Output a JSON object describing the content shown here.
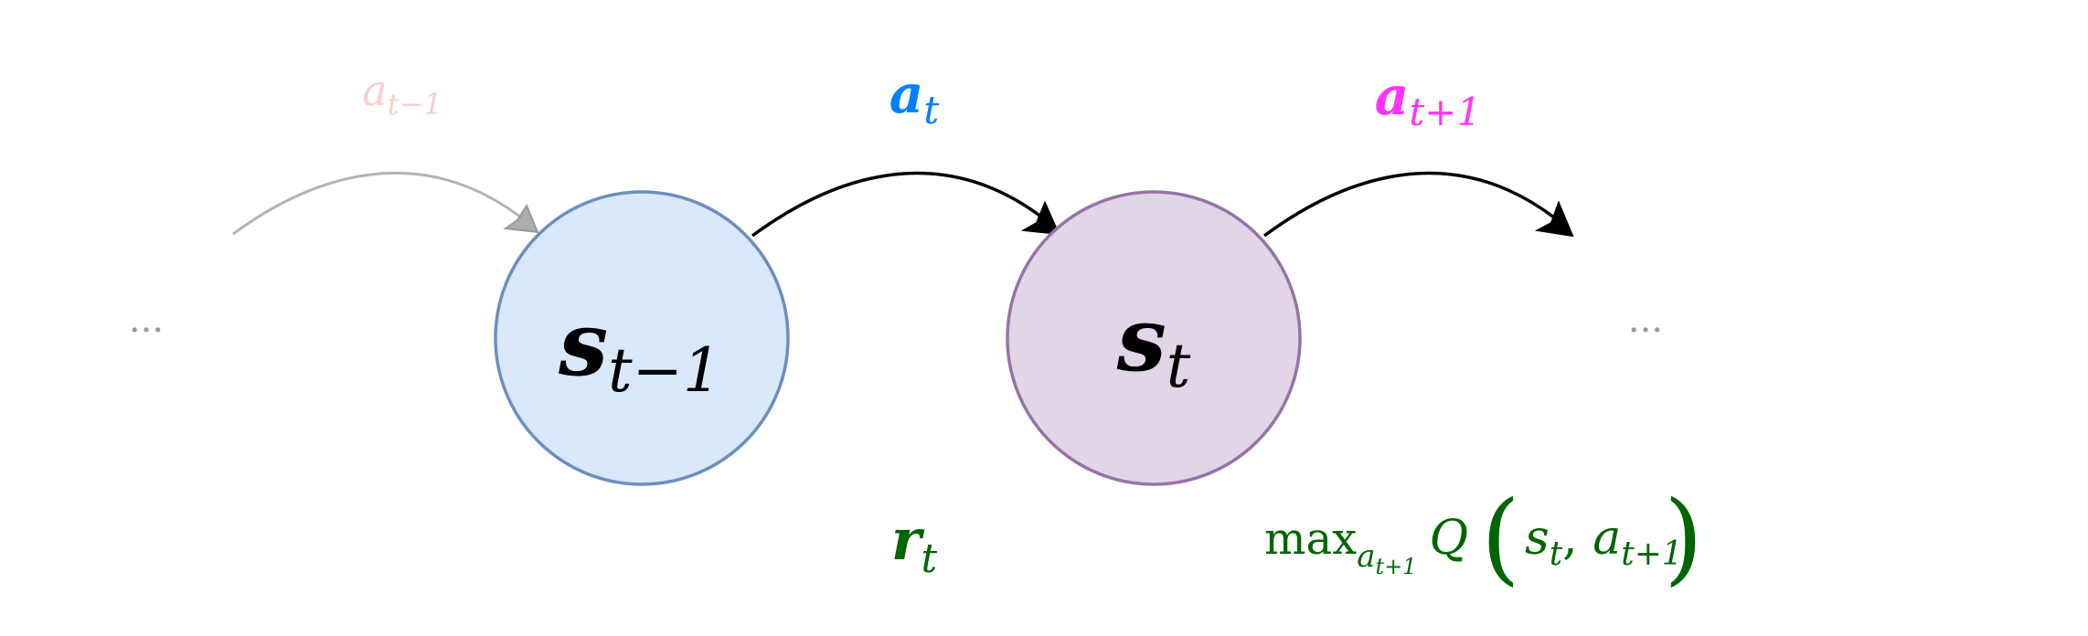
{
  "colors": {
    "node_prev_fill": "#dae8fc",
    "node_prev_stroke": "#6c8ebf",
    "node_curr_fill": "#e1d5e7",
    "node_curr_stroke": "#9673a6",
    "action_prev": "#f8cecc",
    "action_curr": "#007fff",
    "action_next": "#ff33ff",
    "reward": "#006600",
    "ellipsis": "#999999",
    "arrow_prev": "#b3b3b3",
    "arrow": "#000000"
  },
  "ellipsis_left": "···",
  "ellipsis_right": "···",
  "nodes": {
    "prev": {
      "symbol": "s",
      "subscript": "t−1"
    },
    "curr": {
      "symbol": "s",
      "subscript": "t"
    }
  },
  "actions": {
    "prev": {
      "symbol": "a",
      "subscript": "t−1"
    },
    "curr": {
      "symbol": "a",
      "subscript": "t"
    },
    "next": {
      "symbol": "a",
      "subscript": "t+1"
    }
  },
  "reward": {
    "symbol": "r",
    "subscript": "t"
  },
  "target": {
    "op": "max",
    "op_sub_symbol": "a",
    "op_sub_sub": "t+1",
    "func": "Q",
    "arg1_symbol": "s",
    "arg1_sub": "t",
    "arg2_symbol": "a",
    "arg2_sub": "t+1"
  }
}
